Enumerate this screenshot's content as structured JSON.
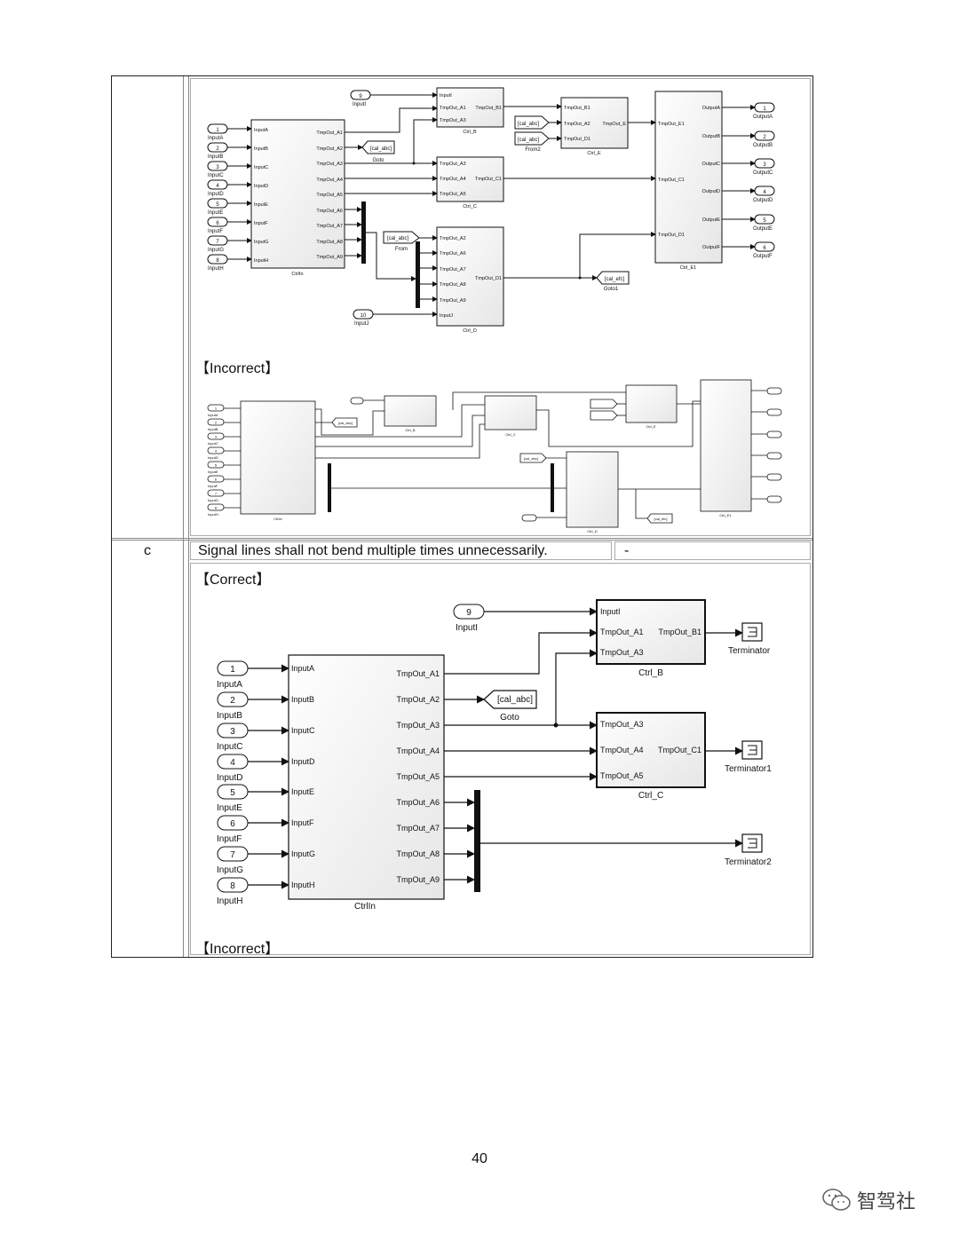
{
  "row_c": {
    "id": "c",
    "rule": "Signal lines shall not bend multiple times unnecessarily.",
    "remark": "-"
  },
  "sections": {
    "incorrect_top": "【Incorrect】",
    "correct": "【Correct】",
    "incorrect_bottom": "【Incorrect】"
  },
  "page_number": "40",
  "watermark": "智驾社",
  "diagram_a": {
    "inports_a": [
      "1",
      "2",
      "3",
      "4",
      "5",
      "6",
      "7",
      "8"
    ],
    "inport_labels_a": [
      "InputA",
      "InputB",
      "InputC",
      "InputD",
      "InputE",
      "InputF",
      "InputG",
      "InputH"
    ],
    "ctrlin_in": [
      "InputA",
      "InputB",
      "InputC",
      "InputD",
      "InputE",
      "InputF",
      "InputG",
      "InputH"
    ],
    "ctrlin_out": [
      "TmpOut_A1",
      "TmpOut_A2",
      "TmpOut_A3",
      "TmpOut_A4",
      "TmpOut_A5",
      "TmpOut_A6",
      "TmpOut_A7",
      "TmpOut_A8",
      "TmpOut_A9"
    ],
    "ctrlin_name": "CtrlIn",
    "inputi_num": "9",
    "inputi_label": "InputI",
    "inputj_num": "10",
    "inputj_label": "InputJ",
    "goto_tag": "[cal_abc]",
    "goto_label": "Goto",
    "from_tag": "[cal_abc]",
    "from_label": "From",
    "from2_tag1": "[cal_abc]",
    "from2_tag2": "[cal_abc]",
    "from2_label": "From2",
    "goto1_tag": "[cal_efc]",
    "goto1_label": "Goto1",
    "ctrl_b_in": [
      "InputI",
      "TmpOut_A1",
      "TmpOut_A3"
    ],
    "ctrl_b_out": "TmpOut_B1",
    "ctrl_b_name": "Ctrl_B",
    "ctrl_c_in": [
      "TmpOut_A3",
      "TmpOut_A4",
      "TmpOut_A5"
    ],
    "ctrl_c_out": "TmpOut_C1",
    "ctrl_c_name": "Ctrl_C",
    "ctrl_d_in": [
      "TmpOut_A2",
      "TmpOut_A6",
      "TmpOut_A7",
      "TmpOut_A8",
      "TmpOut_A9",
      "InputJ"
    ],
    "ctrl_d_out": "TmpOut_D1",
    "ctrl_d_name": "Ctrl_D",
    "ctrl_e_in": [
      "TmpOut_B1",
      "TmpOut_A2",
      "TmpOut_D1"
    ],
    "ctrl_e_out": "TmpOut_E",
    "ctrl_e_name": "Ctrl_E",
    "ctrl_e1_in": [
      "TmpOut_E1",
      "TmpOut_C1",
      "TmpOut_D1"
    ],
    "ctrl_e1_out": [
      "OutputA",
      "OutputB",
      "OutputC",
      "OutputD",
      "OutputE",
      "OutputF"
    ],
    "ctrl_e1_name": "Ctrl_E1",
    "outports": [
      "1",
      "2",
      "3",
      "4",
      "5",
      "6"
    ],
    "outport_labels": [
      "OutputA",
      "OutputB",
      "OutputC",
      "OutputD",
      "OutputE",
      "OutputF"
    ]
  },
  "diagram_c": {
    "inports": [
      "1",
      "2",
      "3",
      "4",
      "5",
      "6",
      "7",
      "8"
    ],
    "inport_labels": [
      "InputA",
      "InputB",
      "InputC",
      "InputD",
      "InputE",
      "InputF",
      "InputG",
      "InputH"
    ],
    "ctrlin_in": [
      "InputA",
      "InputB",
      "InputC",
      "InputD",
      "InputE",
      "InputF",
      "InputG",
      "InputH"
    ],
    "ctrlin_out": [
      "TmpOut_A1",
      "TmpOut_A2",
      "TmpOut_A3",
      "TmpOut_A4",
      "TmpOut_A5",
      "TmpOut_A6",
      "TmpOut_A7",
      "TmpOut_A8",
      "TmpOut_A9"
    ],
    "ctrlin_name": "CtrlIn",
    "inputi_num": "9",
    "inputi_label": "InputI",
    "goto_tag": "[cal_abc]",
    "goto_label": "Goto",
    "ctrl_b_in": [
      "InputI",
      "TmpOut_A1",
      "TmpOut_A3"
    ],
    "ctrl_b_out": "TmpOut_B1",
    "ctrl_b_name": "Ctrl_B",
    "ctrl_c_in": [
      "TmpOut_A3",
      "TmpOut_A4",
      "TmpOut_A5"
    ],
    "ctrl_c_out": "TmpOut_C1",
    "ctrl_c_name": "Ctrl_C",
    "terminators": [
      "Terminator",
      "Terminator1",
      "Terminator2"
    ]
  },
  "colors": {
    "block_fill": "#f4f4f4",
    "line": "#111111",
    "frame": "#222222"
  }
}
